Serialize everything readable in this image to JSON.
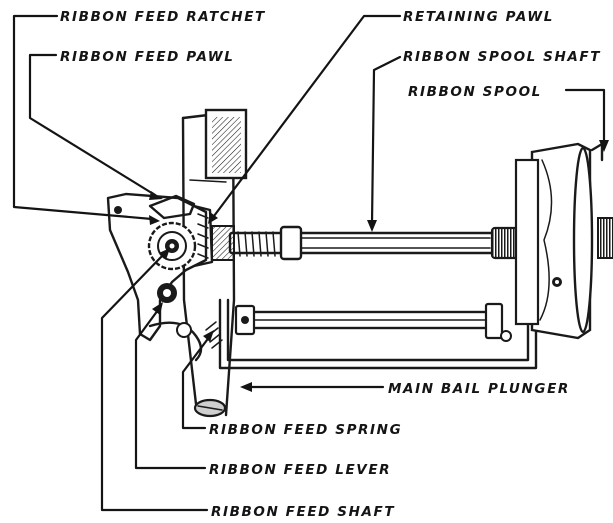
{
  "labels": {
    "ribbon_feed_ratchet": "RIBBON FEED RATCHET",
    "ribbon_feed_pawl": "RIBBON FEED PAWL",
    "retaining_pawl": "RETAINING PAWL",
    "ribbon_spool_shaft": "RIBBON SPOOL SHAFT",
    "ribbon_spool": "RIBBON SPOOL",
    "main_bail_plunger": "MAIN BAIL PLUNGER",
    "ribbon_feed_spring": "RIBBON FEED SPRING",
    "ribbon_feed_lever": "RIBBON FEED LEVER",
    "ribbon_feed_shaft": "RIBBON FEED SHAFT"
  },
  "colors": {
    "ink": "#1a1a1a",
    "paper": "#ffffff"
  }
}
